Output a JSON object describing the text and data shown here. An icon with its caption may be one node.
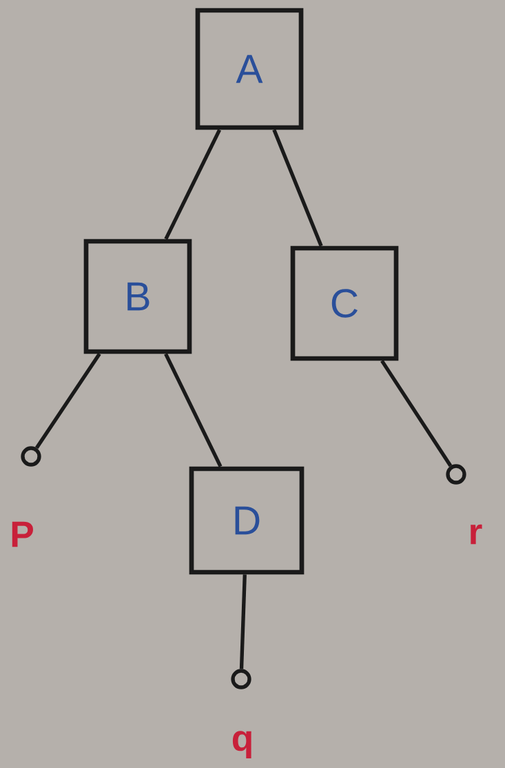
{
  "diagram": {
    "nodes": [
      {
        "text": [
          "A"
        ]
      },
      {
        "text": [
          "B"
        ]
      },
      {
        "text": [
          "C"
        ]
      },
      {
        "text": [],
        "shape": "circle",
        "beside": [
          "P"
        ]
      },
      {
        "text": [
          "D"
        ]
      },
      {
        "text": [],
        "shape": "circle",
        "beside": [
          "r"
        ]
      },
      {
        "text": [],
        "shape": "circle",
        "beside": [
          "q"
        ]
      }
    ],
    "edges": [
      {
        "from": 0,
        "to": 1,
        "arrow": "none"
      },
      {
        "from": 0,
        "to": 2,
        "arrow": "none"
      },
      {
        "from": 1,
        "to": 3,
        "arrow": "none"
      },
      {
        "from": 1,
        "to": 4,
        "arrow": "none"
      },
      {
        "from": 2,
        "to": 5,
        "arrow": "none"
      },
      {
        "from": 4,
        "to": 6,
        "arrow": "none"
      }
    ]
  }
}
